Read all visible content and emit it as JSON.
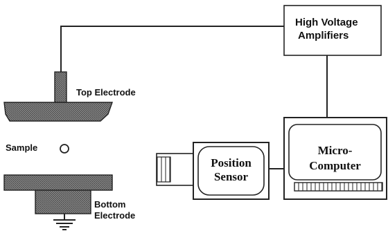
{
  "labels": {
    "hv_line1": "High Voltage",
    "hv_line2": "Amplifiers",
    "top_electrode": "Top Electrode",
    "sample": "Sample",
    "bottom_line1": "Bottom",
    "bottom_line2": "Electrode",
    "position_line1": "Position",
    "position_line2": "Sensor",
    "micro_line1": "Micro-",
    "micro_line2": "Computer"
  }
}
